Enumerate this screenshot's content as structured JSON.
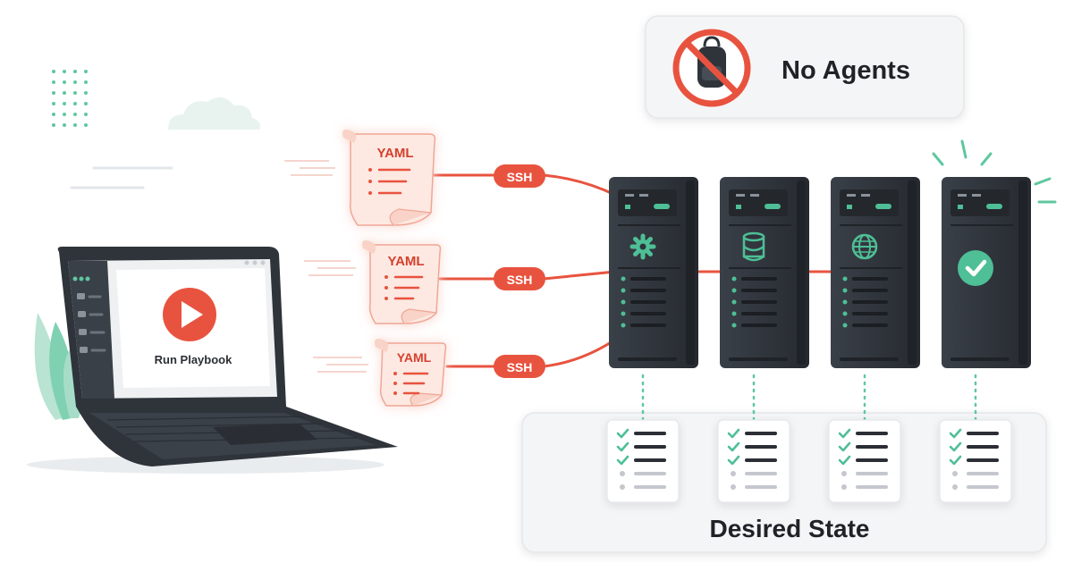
{
  "laptop": {
    "button_label": "Run Playbook"
  },
  "playbooks": [
    {
      "label": "YAML"
    },
    {
      "label": "YAML"
    },
    {
      "label": "YAML"
    }
  ],
  "connections": [
    {
      "label": "SSH"
    },
    {
      "label": "SSH"
    },
    {
      "label": "SSH"
    }
  ],
  "servers": [
    {
      "icon": "gear-icon"
    },
    {
      "icon": "database-icon"
    },
    {
      "icon": "globe-icon"
    },
    {
      "icon": "check-circle-icon"
    }
  ],
  "no_agents": {
    "label": "No Agents",
    "icon": "no-backpack-icon"
  },
  "desired_state": {
    "label": "Desired State",
    "checklist_items": [
      {
        "checked": true
      },
      {
        "checked": true
      },
      {
        "checked": true
      },
      {
        "checked": false
      },
      {
        "checked": false
      }
    ]
  },
  "colors": {
    "accent_red": "#e8533f",
    "accent_green": "#4ebf96",
    "server_dark": "#2f343b",
    "paper": "#fde9e2"
  }
}
